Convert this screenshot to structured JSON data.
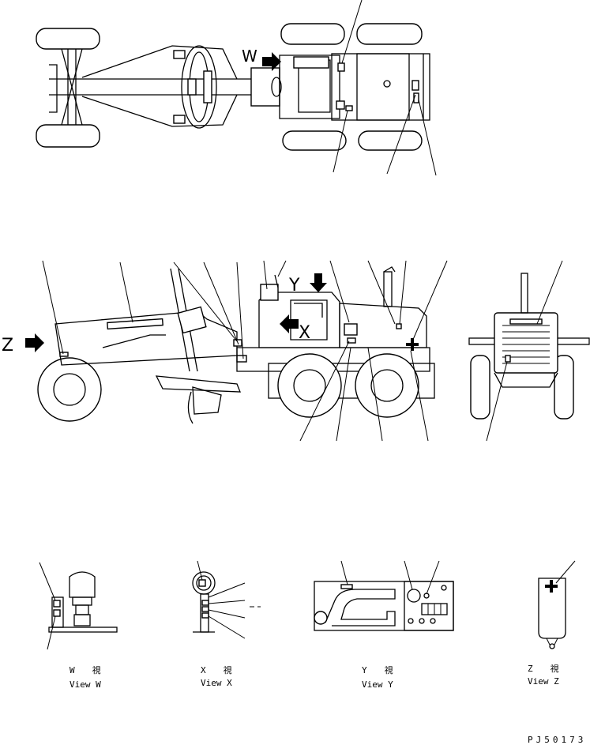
{
  "arrows": {
    "w": "W",
    "x": "X",
    "y": "Y",
    "z": "Z"
  },
  "views": {
    "w": {
      "jp": "W　　視",
      "en": "View W"
    },
    "x": {
      "jp": "X　　視",
      "en": "View X"
    },
    "y": {
      "jp": "Y　　視",
      "en": "View Y"
    },
    "z": {
      "jp": "Z　　視",
      "en": "View Z"
    }
  },
  "drawing_code": "PJ50173"
}
